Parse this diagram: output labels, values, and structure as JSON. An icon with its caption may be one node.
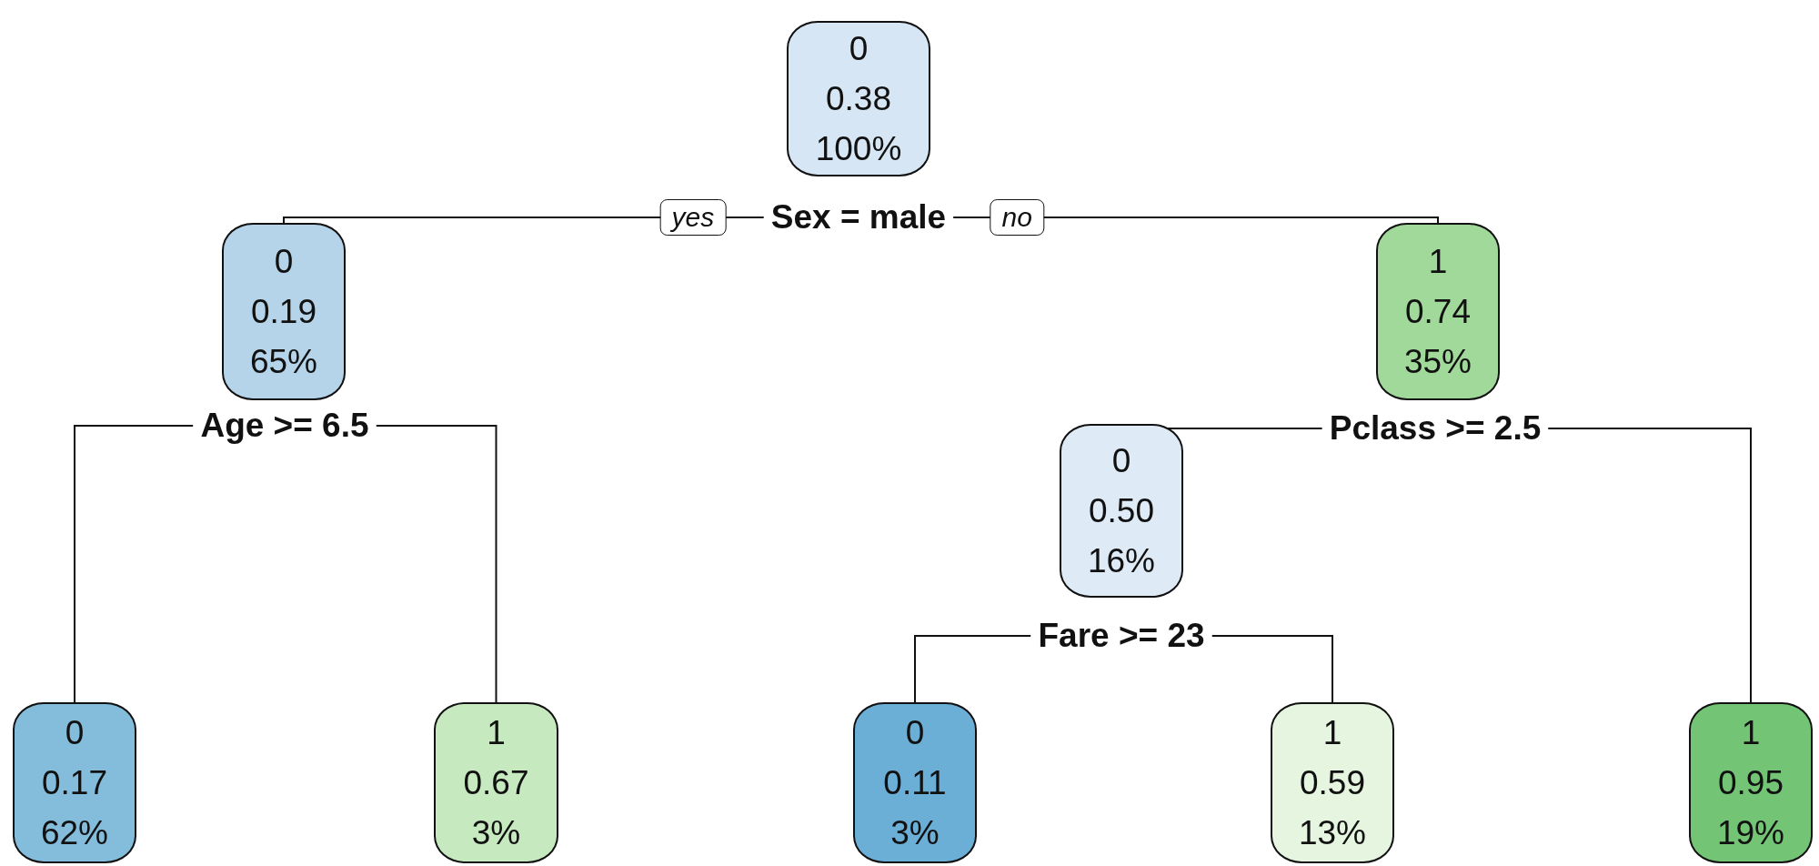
{
  "diagram": {
    "nodes": [
      {
        "text": [
          "0",
          "0.38",
          "100%"
        ]
      },
      {
        "text": [
          "Sex = male"
        ]
      },
      {
        "text": [
          "0",
          "0.19",
          "65%"
        ]
      },
      {
        "text": [
          "1",
          "0.74",
          "35%"
        ]
      },
      {
        "text": [
          "Age >= 6.5"
        ]
      },
      {
        "text": [
          "Pclass >= 2.5"
        ]
      },
      {
        "text": [
          "0",
          "0.50",
          "16%"
        ]
      },
      {
        "text": [
          "Fare >= 23"
        ]
      },
      {
        "text": [
          "0",
          "0.17",
          "62%"
        ]
      },
      {
        "text": [
          "1",
          "0.67",
          "3%"
        ]
      },
      {
        "text": [
          "0",
          "0.11",
          "3%"
        ]
      },
      {
        "text": [
          "1",
          "0.59",
          "13%"
        ]
      },
      {
        "text": [
          "1",
          "0.95",
          "19%"
        ]
      }
    ],
    "edges": [
      {
        "from": 1,
        "to": 2,
        "arrow": "none",
        "label": "yes"
      },
      {
        "from": 1,
        "to": 3,
        "arrow": "none",
        "label": "no"
      },
      {
        "from": 4,
        "to": 8,
        "arrow": "none"
      },
      {
        "from": 4,
        "to": 9,
        "arrow": "none"
      },
      {
        "from": 5,
        "to": 6,
        "arrow": "none"
      },
      {
        "from": 5,
        "to": 12,
        "arrow": "none"
      },
      {
        "from": 7,
        "to": 10,
        "arrow": "none"
      },
      {
        "from": 7,
        "to": 11,
        "arrow": "none"
      }
    ]
  }
}
